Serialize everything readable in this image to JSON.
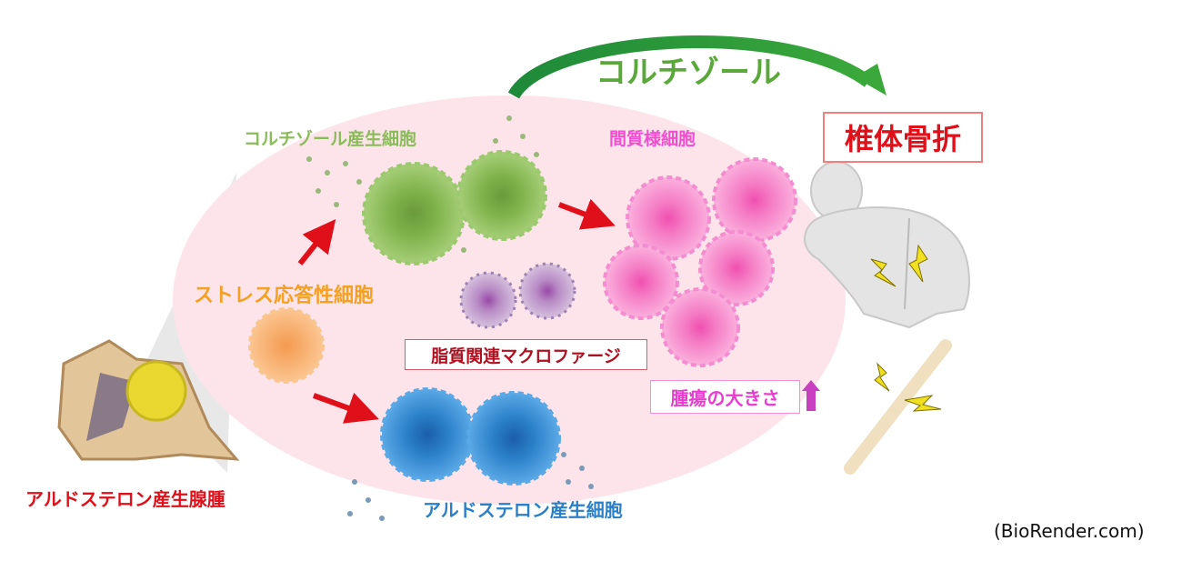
{
  "title_arrow_label": "コルチゾール",
  "outcome": "椎体骨折",
  "cells": {
    "cortisol_producing": "コルチゾール産生細胞",
    "stromal_like": "間質様細胞",
    "stress_responsive": "ストレス応答性細胞",
    "lipid_macrophage": "脂質関連マクロファージ",
    "aldosterone_producing": "アルドステロン産生細胞"
  },
  "tumor_size_label": "腫瘍の大きさ",
  "adenoma_label": "アルドステロン産生腺腫",
  "credit": "(BioRender.com)",
  "colors": {
    "green": "#6aaa3a",
    "magenta": "#e83cd0",
    "orange": "#f5a020",
    "red": "#e0101a",
    "darkred": "#b01020",
    "blue": "#2a80c8",
    "ellipse": "#fde4ea"
  }
}
